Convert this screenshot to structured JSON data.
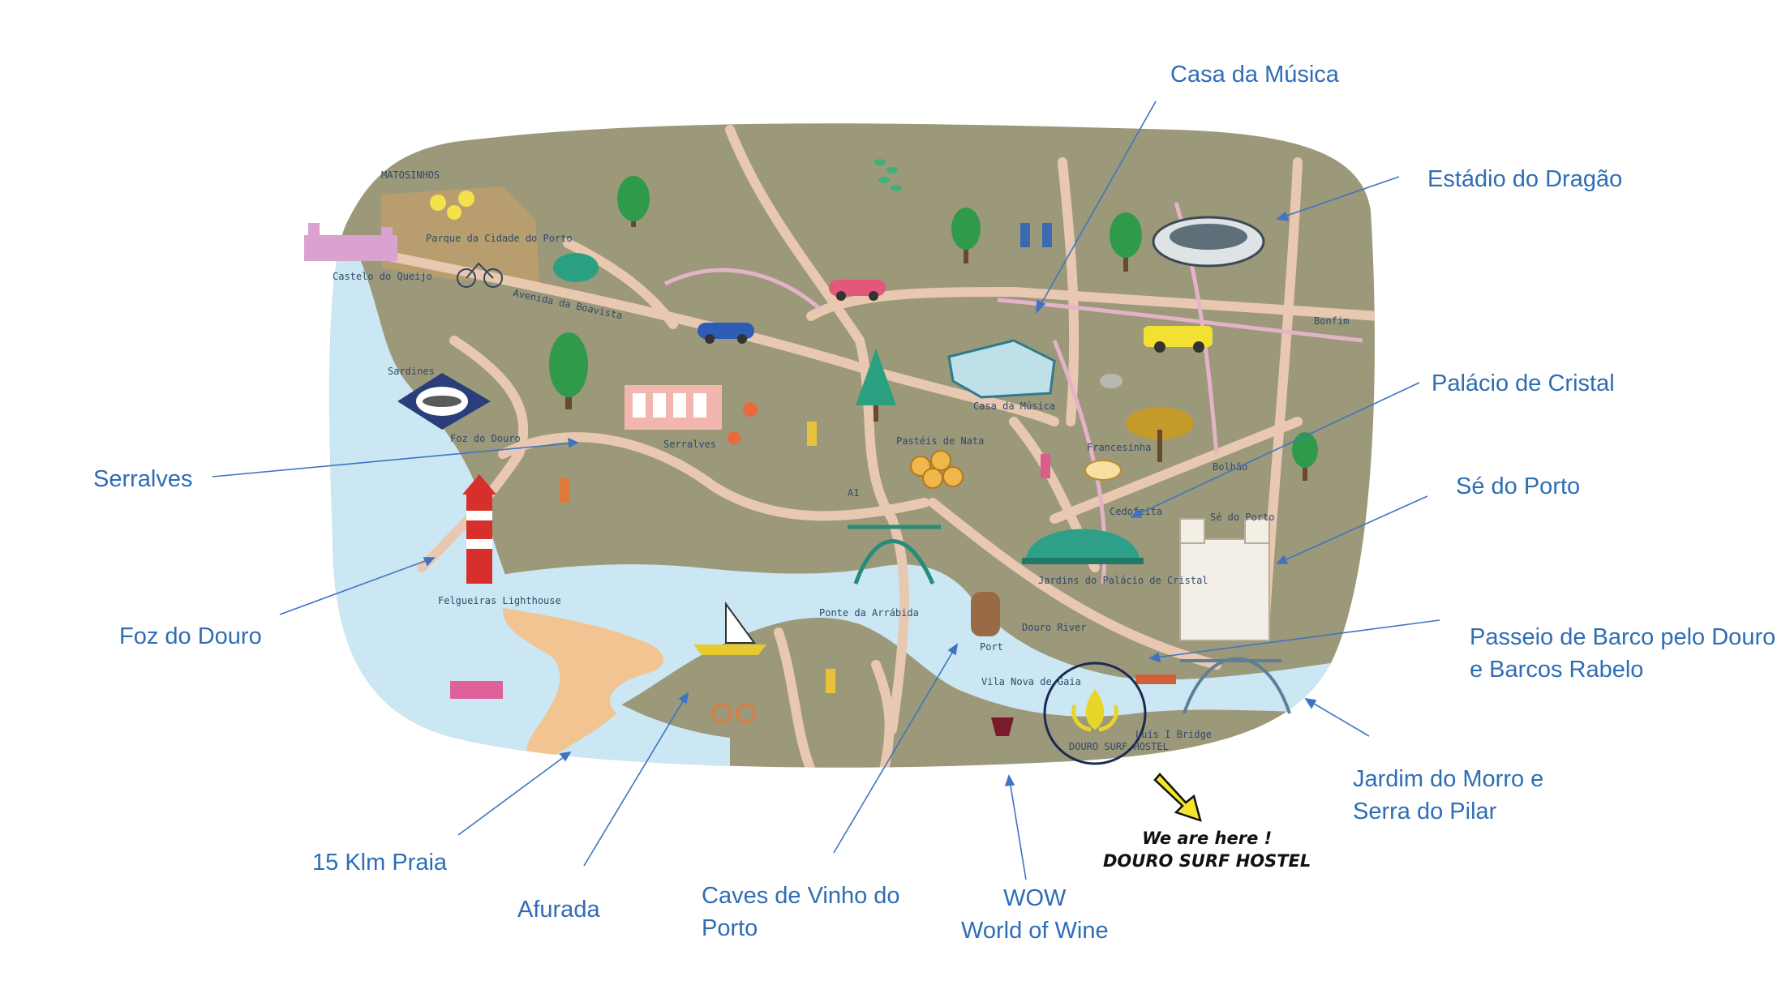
{
  "colors": {
    "land": "#9c987a",
    "water": "#cbe7f3",
    "sand": "#f2c491",
    "road": "#e9c8b2",
    "accent_text": "#2f6db5",
    "arrow": "#3f74c2"
  },
  "map_labels": {
    "matosinhos": "MATOSINHOS",
    "parque": "Parque da Cidade do Porto",
    "castelo": "Castelo do Queijo",
    "boavista": "Avenida da Boavista",
    "sardines": "Sardines",
    "foz": "Foz do Douro",
    "serralves": "Serralves",
    "pasteis": "Pastéis de Nata",
    "casa": "Casa da Música",
    "francesinha": "Francesinha",
    "bolhao": "Bolhão",
    "bonfim": "Bonfim",
    "cedofeita": "Cedofeita",
    "se": "Sé do Porto",
    "a1": "A1",
    "jardins": "Jardins do Palácio de Cristal",
    "lighthouse": "Felgueiras Lighthouse",
    "ponte_arrabida": "Ponte da Arrábida",
    "douro_river": "Douro River",
    "port": "Port",
    "vila_nova": "Vila Nova de Gaia",
    "luis_bridge": "Luís I Bridge",
    "hostel_logo": "DOURO SURF HOSTEL"
  },
  "callouts": {
    "casa_da_musica": "Casa da Música",
    "estadio_do_dragao": "Estádio do Dragão",
    "palacio_de_cristal": "Palácio de Cristal",
    "serralves": "Serralves",
    "se_do_porto": "Sé do Porto",
    "foz_do_douro": "Foz do Douro",
    "passeio_line1": "Passeio de Barco pelo Douro",
    "passeio_line2": "e Barcos Rabelo",
    "jardim_line1": "Jardim do Morro e",
    "jardim_line2": "Serra do Pilar",
    "praia": "15 Klm Praia",
    "afurada": "Afurada",
    "caves_line1": "Caves de Vinho do",
    "caves_line2": "Porto",
    "wow_line1": "WOW",
    "wow_line2": "World of Wine"
  },
  "here": {
    "line1": "We are here !",
    "line2": "DOURO SURF HOSTEL"
  }
}
